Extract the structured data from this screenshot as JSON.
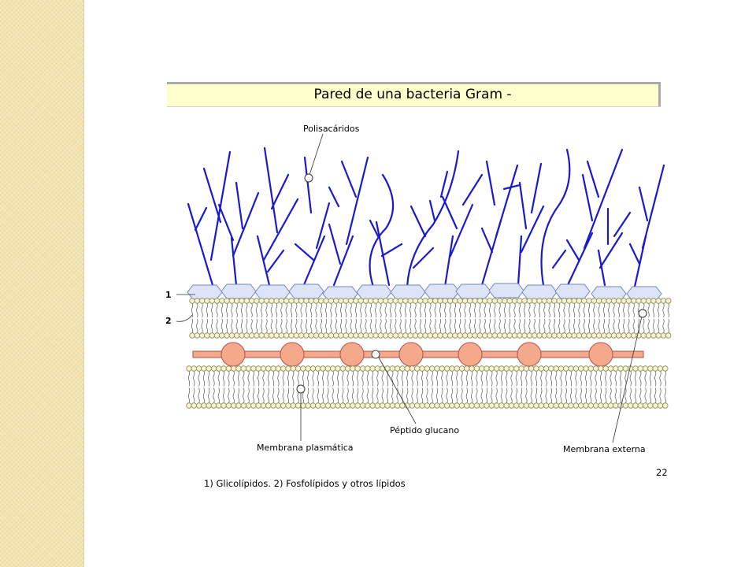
{
  "title": "Pared de una bacteria Gram -",
  "labels": {
    "polysaccharides": "Polisacáridos",
    "peptidoglycan": "Péptido glucano",
    "plasma_membrane": "Membrana plasmática",
    "outer_membrane": "Membrana externa",
    "marker_1": "1",
    "marker_2": "2"
  },
  "caption": "1) Glicolípidos. 2) Fosfolípidos y otros lípidos",
  "slide_number": "22",
  "colors": {
    "strip": "#f3e3b0",
    "title_bg": "#ffffcc",
    "polysaccharide": "#1a1acc",
    "hexagon_fill": "#dde4f8",
    "hexagon_stroke": "#6f84c4",
    "lipid_head_fill": "#f7f3cc",
    "lipid_head_stroke": "#8a8860",
    "peptido_fill": "#f4a98a",
    "peptido_stroke": "#b0524a"
  }
}
